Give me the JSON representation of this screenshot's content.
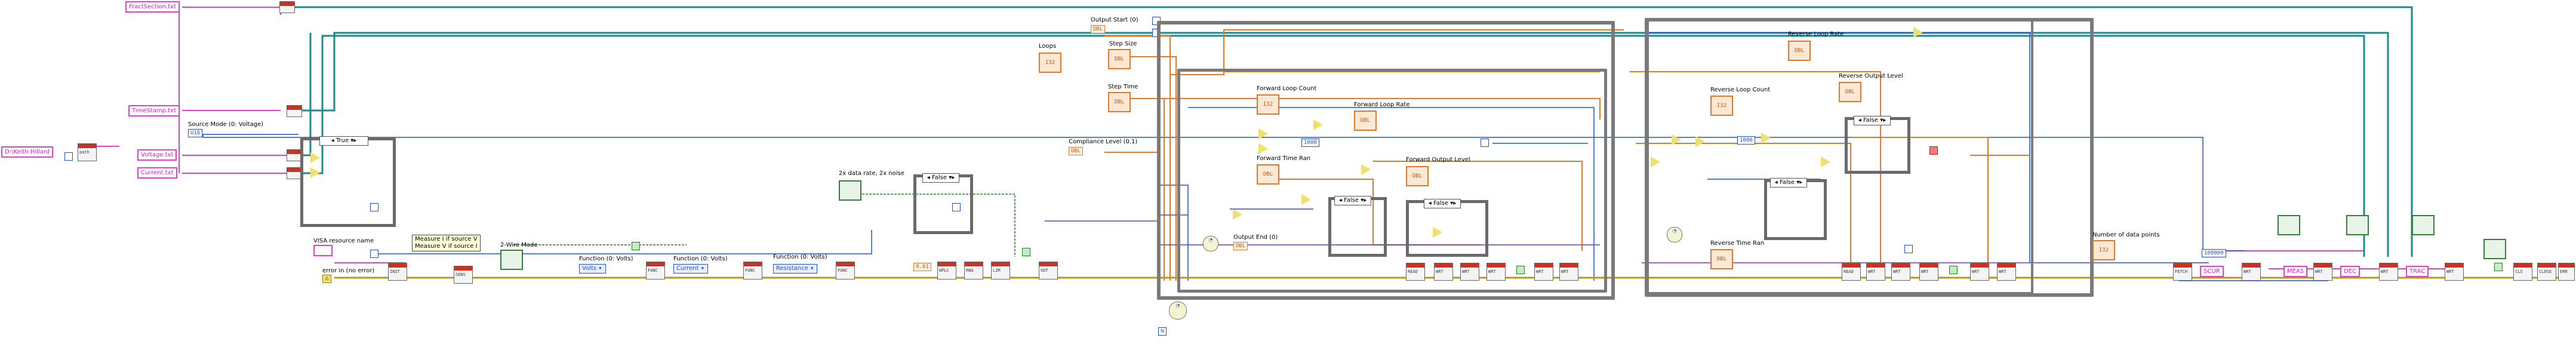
{
  "title": "",
  "controls": {
    "visa_resource_label": "VISA resource name",
    "visa_resource_value": "",
    "keith_resource": "D:\\Keith Hillard",
    "error_in_label": "error in (no error)",
    "source_mode_label": "Source Mode (0: Voltage)",
    "source_mode_value": "U16",
    "loops_label": "Loops",
    "output_start_label": "Output Start (0)",
    "step_size_label": "Step Size",
    "step_time_label": "Step Time",
    "compliance_label": "Compliance Level (0.1)",
    "output_end_label": "Output End (0)",
    "data_rate_label": "2x data rate, 2x noise",
    "wire_mode_label": "2-Wire Mode",
    "number_points_label": "Number of data points"
  },
  "files": {
    "fractsection": "FractSection.txt",
    "timestamp": "TimeStamp.txt",
    "voltage": "Voltage.txt",
    "current": "Current.txt"
  },
  "functions": {
    "f1": "Function (0: Volts)",
    "f1_value": "Volts",
    "f2": "Function (0: Volts)",
    "f2_value": "Current",
    "f3": "Function (0: Volts)",
    "f3_value": "Resistance",
    "measure_note_1": "Measure I if source V",
    "measure_note_2": "Measure V if source I"
  },
  "loops": {
    "forward_count": "Forward Loop Count",
    "forward_rate": "Forward Loop Rate",
    "forward_time": "Forward Time Ran",
    "forward_output": "Forward Output Level",
    "reverse_count": "Reverse Loop Count",
    "reverse_rate": "Reverse Loop Rate",
    "reverse_time": "Reverse Time Ran",
    "reverse_output": "Reverse Output Level"
  },
  "cases": {
    "true": "True",
    "false": "False"
  },
  "constants": {
    "k1000a": "1000",
    "k1000b": "1000",
    "k0": "0.01",
    "big": "100000",
    "dbl": "DBL",
    "scur": "SCUR",
    "meas": "MEAS",
    "dec": "DEC",
    "trac": "TRAC",
    "i32": "I32",
    "u16": "U16"
  }
}
